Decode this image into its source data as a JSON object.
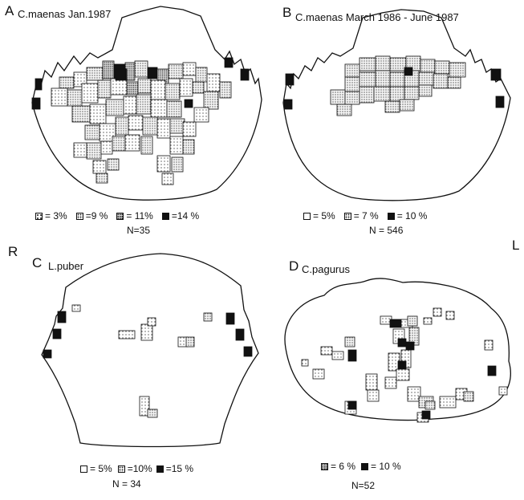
{
  "side_left": "R",
  "side_right": "L",
  "panels": {
    "A": {
      "letter": "A",
      "title": "C.maenas  Jan.1987",
      "legend": [
        "= 3%",
        "=9 %",
        "= 11%",
        "=14 %"
      ],
      "n": "N=35"
    },
    "B": {
      "letter": "B",
      "title": "C.maenas    March 1986 - June 1987",
      "legend": [
        "= 5%",
        "= 7 %",
        "= 10 %"
      ],
      "n": "N = 546"
    },
    "C": {
      "letter": "C",
      "title": "L.puber",
      "legend": [
        "= 5%",
        "=10%",
        "=15 %"
      ],
      "n": "N = 34"
    },
    "D": {
      "letter": "D",
      "title": "C.pagurus",
      "legend": [
        "= 6 %",
        "= 10 %"
      ],
      "n": "N=52"
    }
  },
  "colors": {
    "ink": "#111111",
    "stipple_light": "#f2f2f2",
    "stipple_dense": "#d4d4d4"
  }
}
